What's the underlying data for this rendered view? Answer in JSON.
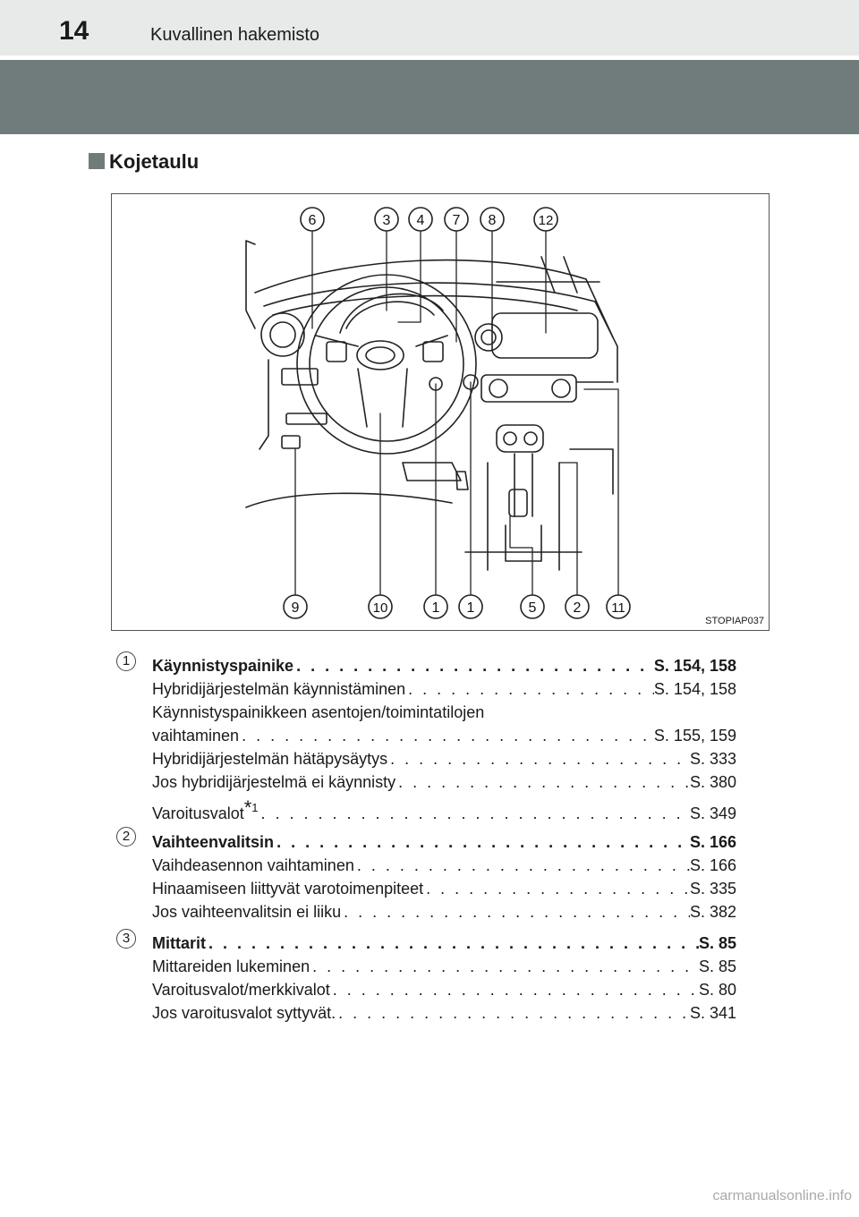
{
  "header": {
    "page_number": "14",
    "section": "Kuvallinen hakemisto"
  },
  "section_title": "Kojetaulu",
  "figure": {
    "code": "STOPIAP037",
    "top_callouts": [
      "6",
      "3",
      "4",
      "7",
      "8",
      "12"
    ],
    "bottom_callouts": [
      "9",
      "10",
      "1",
      "1",
      "5",
      "2",
      "11"
    ]
  },
  "entries": [
    {
      "badge": "1",
      "lines": [
        {
          "text": "Käynnistyspainike",
          "page": "S. 154, 158",
          "bold": true
        },
        {
          "text": "Hybridijärjestelmän käynnistäminen",
          "page": "S. 154, 158"
        },
        {
          "text": "Käynnistyspainikkeen asentojen/toimintatilojen",
          "page": ""
        },
        {
          "text": "vaihtaminen",
          "page": "S. 155, 159"
        },
        {
          "text": "Hybridijärjestelmän hätäpysäytys",
          "page": "S. 333"
        },
        {
          "text": "Jos hybridijärjestelmä ei käynnisty",
          "page": "S. 380"
        },
        {
          "text": "Varoitusvalot",
          "sup_star": "*",
          "sup_num": "1",
          "page": "S. 349"
        }
      ]
    },
    {
      "badge": "2",
      "lines": [
        {
          "text": "Vaihteenvalitsin",
          "page": "S. 166",
          "bold": true
        },
        {
          "text": "Vaihdeasennon vaihtaminen",
          "page": "S. 166"
        },
        {
          "text": "Hinaamiseen liittyvät varotoimenpiteet",
          "page": "S. 335"
        },
        {
          "text": "Jos vaihteenvalitsin ei liiku",
          "page": "S. 382"
        }
      ]
    },
    {
      "badge": "3",
      "lines": [
        {
          "text": "Mittarit",
          "page": "S. 85",
          "bold": true
        },
        {
          "text": "Mittareiden lukeminen",
          "page": "S. 85"
        },
        {
          "text": "Varoitusvalot/merkkivalot",
          "page": "S. 80"
        },
        {
          "text": "Jos varoitusvalot syttyvät.",
          "page": "S. 341"
        }
      ]
    }
  ],
  "watermark": "carmanualsonline.info"
}
